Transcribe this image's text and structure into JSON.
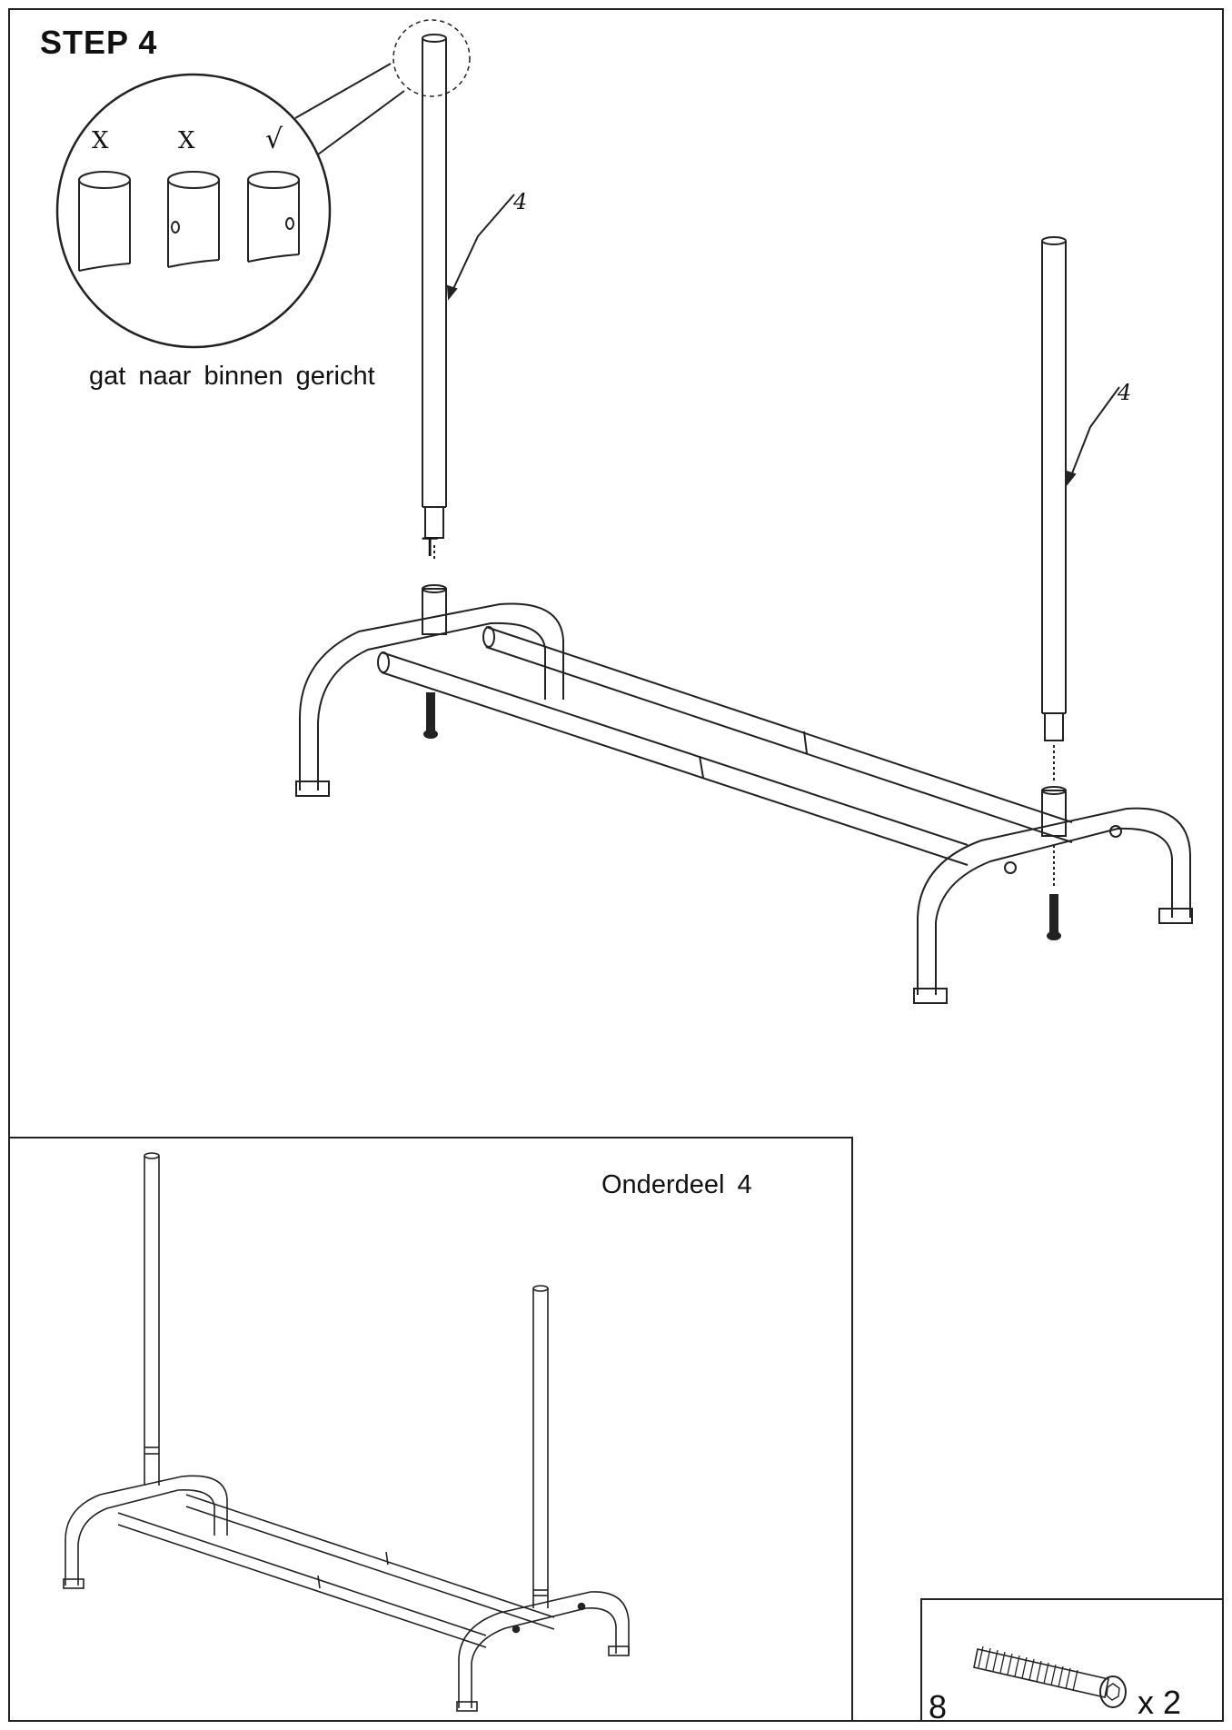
{
  "step": {
    "title": "STEP 4"
  },
  "detail": {
    "marks": [
      "X",
      "X",
      "√"
    ],
    "caption": "gat  naar  binnen  gericht"
  },
  "main": {
    "callout_left": "4",
    "callout_right": "4",
    "joint_label": "T"
  },
  "inset": {
    "caption": "Onderdeel  4"
  },
  "hardware": {
    "part_number": "8",
    "quantity": "x 2"
  }
}
